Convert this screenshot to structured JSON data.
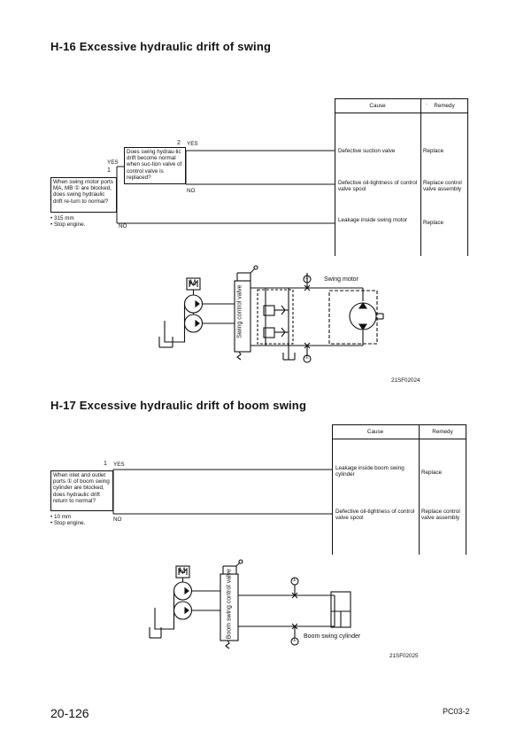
{
  "h16": {
    "title": "H-16 Excessive hydraulic drift of swing",
    "cause_header": "Cause",
    "remedy_header": "Remedy",
    "remedy_dot": ".",
    "q1_num": "1",
    "q1_text": "When swing motor ports MA, MB ① are blocked, does swing hydraulic drift re-turn to normal?",
    "q1_notes": [
      "• 315 mm",
      "• Stop engine."
    ],
    "q2_num": "2",
    "q2_text": "Does swing hydrau-lic drift become normal when suc-tion valve of control valve is replaced?",
    "yes": "YES",
    "no": "NO",
    "rows": [
      {
        "cause": "Defective suction valve",
        "remedy": "Replace"
      },
      {
        "cause": "Defective oil-tightness of control valve spool",
        "remedy": "Replace control valve assembly"
      },
      {
        "cause": "Leakage inside swing motor",
        "remedy": "Replace"
      }
    ],
    "diagram": {
      "motor_label": "M",
      "valve_label": "Swing control valve",
      "swing_motor_label": "Swing motor",
      "port_label": "①",
      "fig_id": "21SF02024"
    }
  },
  "h17": {
    "title": "H-17 Excessive hydraulic drift of boom swing",
    "cause_header": "Cause",
    "remedy_header": "Remedy",
    "q1_num": "1",
    "q1_text": "When inlet and outlet ports ① of boom swing cylinder are blocked, does hydraulic drift return to normal?",
    "q1_notes": [
      "• 10 mm",
      "• Stop engine."
    ],
    "yes": "YES",
    "no": "NO",
    "rows": [
      {
        "cause": "Leakage inside boom swing cylinder",
        "remedy": "Replace"
      },
      {
        "cause": "Defective oil-tightness of control valve spool",
        "remedy": "Replace control valve assembly"
      }
    ],
    "diagram": {
      "motor_label": "M",
      "valve_label": "Boom swing control valve",
      "cylinder_label": "Boom swing cylinder",
      "port_label": "①",
      "fig_id": "21SF02025"
    }
  },
  "footer": {
    "page_number": "20-126",
    "model": "PC03-2"
  }
}
